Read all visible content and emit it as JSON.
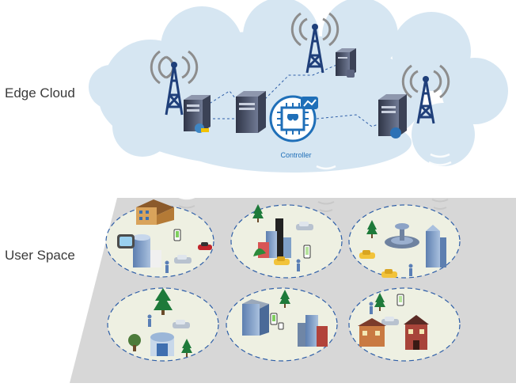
{
  "labels": {
    "edge_cloud": "Edge Cloud",
    "user_space": "User Space",
    "controller": "Controller"
  },
  "colors": {
    "cloud": "#d6e6f2",
    "cloud_edge": "#c3d7e7",
    "plane": "#d7d7d7",
    "cell_fill": "#eef0e2",
    "cell_border": "#2f5fa8",
    "tower": "#1f3f7a",
    "server": "#46506a",
    "controller": "#1f6fb8",
    "link": "#2f5fa8"
  },
  "icons": {
    "towers": [
      "cell-tower-icon",
      "cell-tower-icon",
      "cell-tower-icon"
    ],
    "servers": [
      "server-icon",
      "server-icon",
      "server-icon",
      "server-icon"
    ],
    "controller": "controller-chip-icon",
    "cell_items": [
      "building-icon",
      "tree-icon",
      "car-icon",
      "person-icon",
      "phone-icon",
      "watch-icon"
    ]
  }
}
